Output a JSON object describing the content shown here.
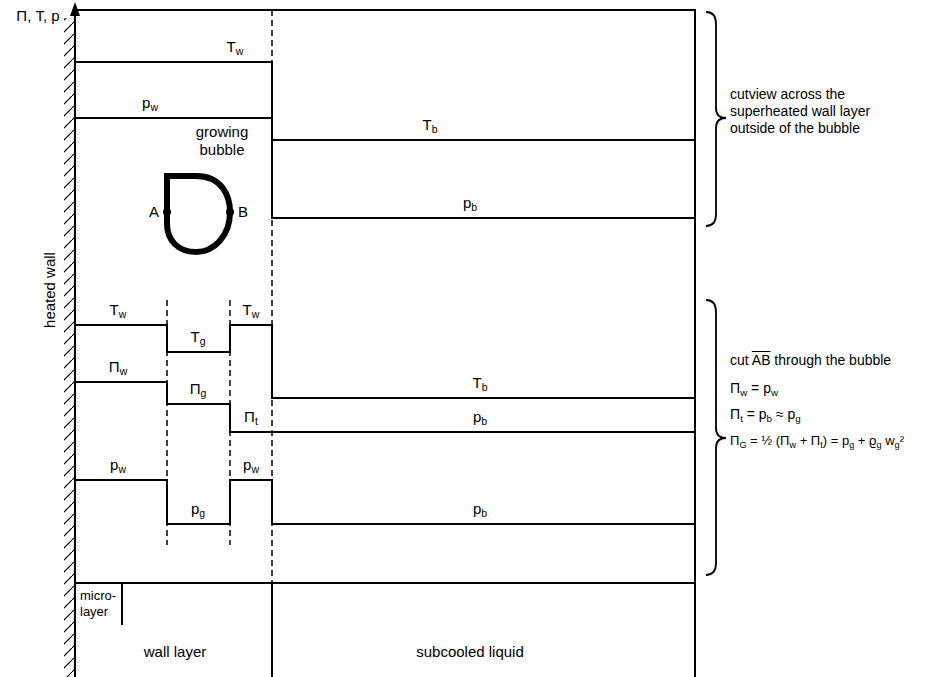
{
  "diagram": {
    "labels": [
      "Π, T, p",
      "Tw",
      "Tb",
      "pw",
      "growing bubble",
      "pb",
      "cutview across the superheated wall layer outside of the bubble",
      "A",
      "B",
      "Tw",
      "Tg",
      "Tw",
      "Tb",
      "Πw",
      "Πg",
      "Πt",
      "pb",
      "pw",
      "pg",
      "pw",
      "pb",
      "cut AB through the bubble",
      "Πw = pw",
      "Πt = pb ≈ pg",
      "ΠG = ½ (Πw + Πt) = pg + ϱg wg²",
      "heated wall",
      "micro- layer",
      "wall layer",
      "subcooled liquid"
    ]
  }
}
